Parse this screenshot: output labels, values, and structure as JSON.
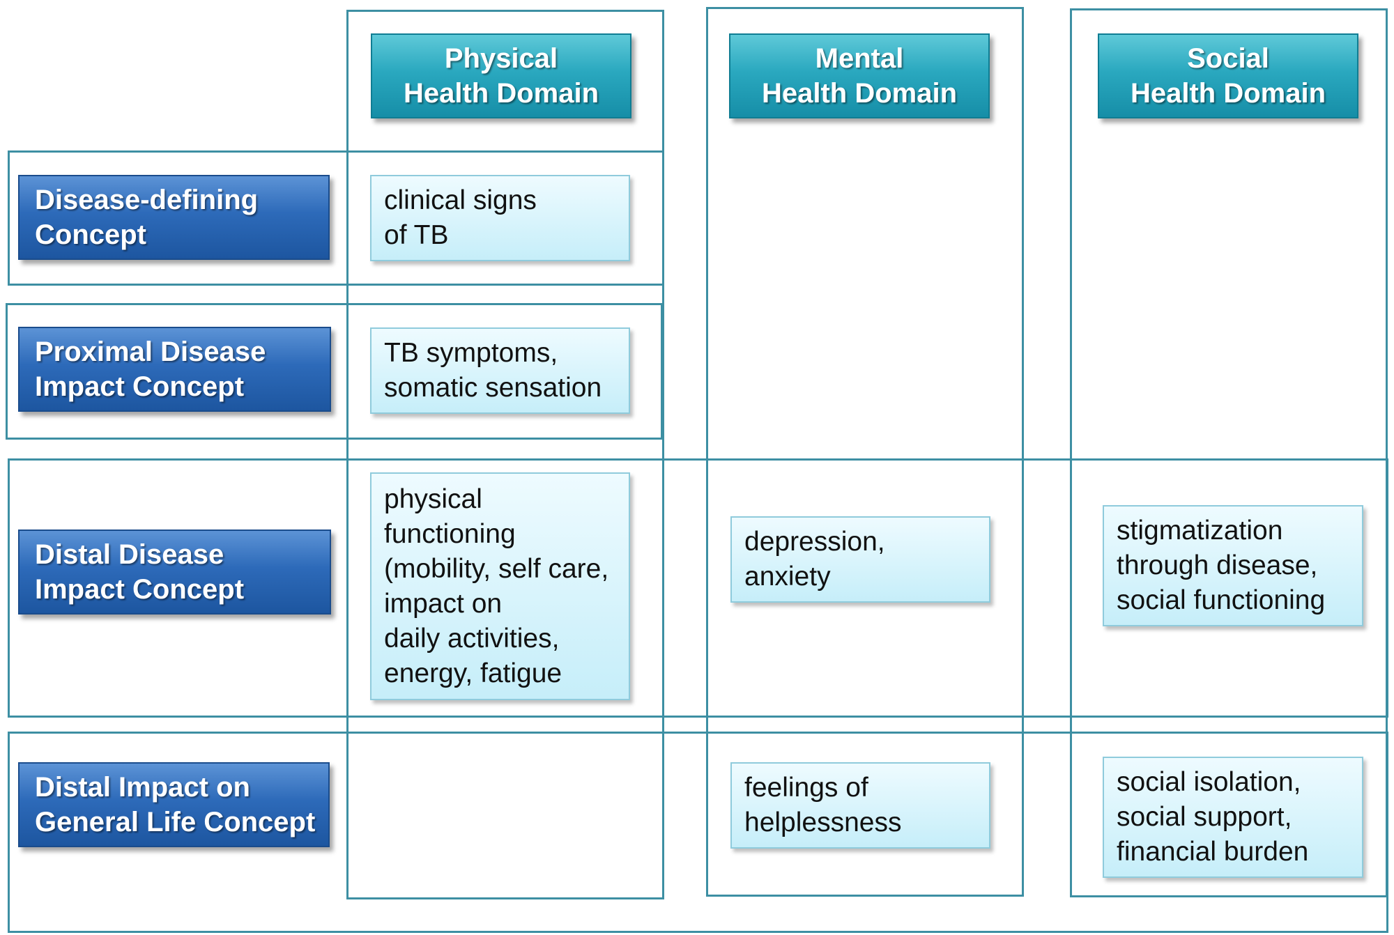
{
  "columns": [
    {
      "line1": "Physical",
      "line2": "Health Domain"
    },
    {
      "line1": "Mental",
      "line2": "Health Domain"
    },
    {
      "line1": "Social",
      "line2": "Health Domain"
    }
  ],
  "rows": [
    {
      "line1": "Disease-defining",
      "line2": "Concept"
    },
    {
      "line1": "Proximal Disease",
      "line2": "Impact Concept"
    },
    {
      "line1": "Distal Disease",
      "line2": "Impact Concept"
    },
    {
      "line1": "Distal Impact on",
      "line2": "General Life Concept"
    }
  ],
  "cells": {
    "r1_physical": [
      "clinical signs",
      "of TB"
    ],
    "r2_physical": [
      "TB symptoms,",
      "somatic sensation"
    ],
    "r3_physical": [
      "physical",
      "functioning",
      "(mobility, self care,",
      "impact on",
      "daily activities,",
      "energy, fatigue"
    ],
    "r3_mental": [
      "depression,",
      "anxiety"
    ],
    "r3_social": [
      "stigmatization",
      "through disease,",
      "social functioning"
    ],
    "r4_mental": [
      "feelings of",
      "helplessness"
    ],
    "r4_social": [
      "social isolation,",
      "social support,",
      "financial burden"
    ]
  },
  "colors": {
    "frame": "#3d8fa3",
    "column_header": "#2aa8bf",
    "row_label": "#2d6ab9",
    "cell": "#c6eef9"
  }
}
